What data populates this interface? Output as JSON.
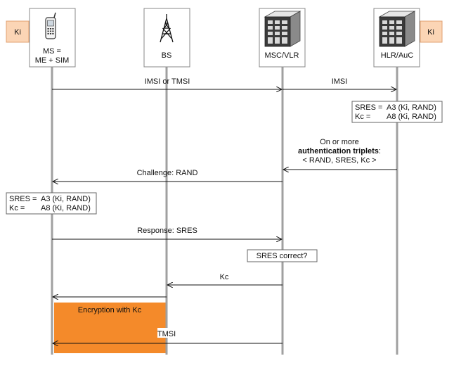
{
  "ki_left": "Ki",
  "ki_right": "Ki",
  "entities": {
    "ms": {
      "line1": "MS =",
      "line2": "ME + SIM",
      "icon": "mobile-phone-icon"
    },
    "bs": {
      "label": "BS",
      "icon": "antenna-tower-icon"
    },
    "msc": {
      "label": "MSC/VLR",
      "icon": "server-icon"
    },
    "hlr": {
      "label": "HLR/AuC",
      "icon": "server-icon"
    }
  },
  "messages": {
    "imsi_or_tmsi": "IMSI or TMSI",
    "imsi": "IMSI",
    "triplets_1": "On or more",
    "triplets_2": "authentication triplets",
    "triplets_2_colon": ":",
    "triplets_3": "< RAND, SRES, Kc >",
    "challenge": "Challenge: RAND",
    "response": "Response: SRES",
    "kc": "Kc",
    "tmsi": "TMSI"
  },
  "calc_hlr": {
    "sres_key": "SRES =",
    "sres_val": "A3 (Ki, RAND)",
    "kc_key": "Kc =",
    "kc_val": "A8 (Ki, RAND)"
  },
  "calc_ms": {
    "sres_key": "SRES =",
    "sres_val": "A3 (Ki, RAND)",
    "kc_key": "Kc =",
    "kc_val": "A8 (Ki, RAND)"
  },
  "sres_check": "SRES correct?",
  "encryption": "Encryption with Kc",
  "colors": {
    "lifeline": "#a0a0a0",
    "ki_fill": "#fbd5b5",
    "ki_border": "#e0a070",
    "encryption_fill": "#f48a2a",
    "box_border": "#666666"
  }
}
